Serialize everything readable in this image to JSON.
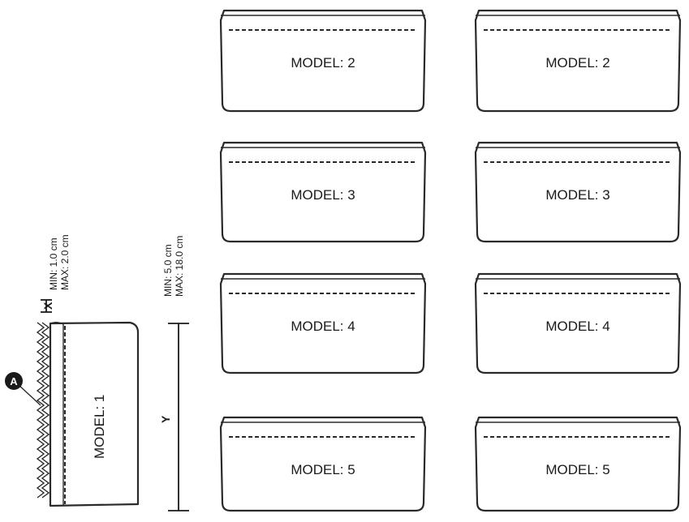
{
  "model1": {
    "label": "MODEL: 1",
    "marker": "A",
    "x_dimension": {
      "letter": "X",
      "min": "MIN: 1.0 cm",
      "max": "MAX: 2.0 cm"
    },
    "y_dimension": {
      "letter": "Y",
      "min": "MIN: 5.0 cm",
      "max": "MAX: 18.0 cm"
    }
  },
  "pockets": [
    {
      "label": "MODEL: 2"
    },
    {
      "label": "MODEL: 2"
    },
    {
      "label": "MODEL: 3"
    },
    {
      "label": "MODEL: 3"
    },
    {
      "label": "MODEL: 4"
    },
    {
      "label": "MODEL: 4"
    },
    {
      "label": "MODEL: 5"
    },
    {
      "label": "MODEL: 5"
    }
  ]
}
